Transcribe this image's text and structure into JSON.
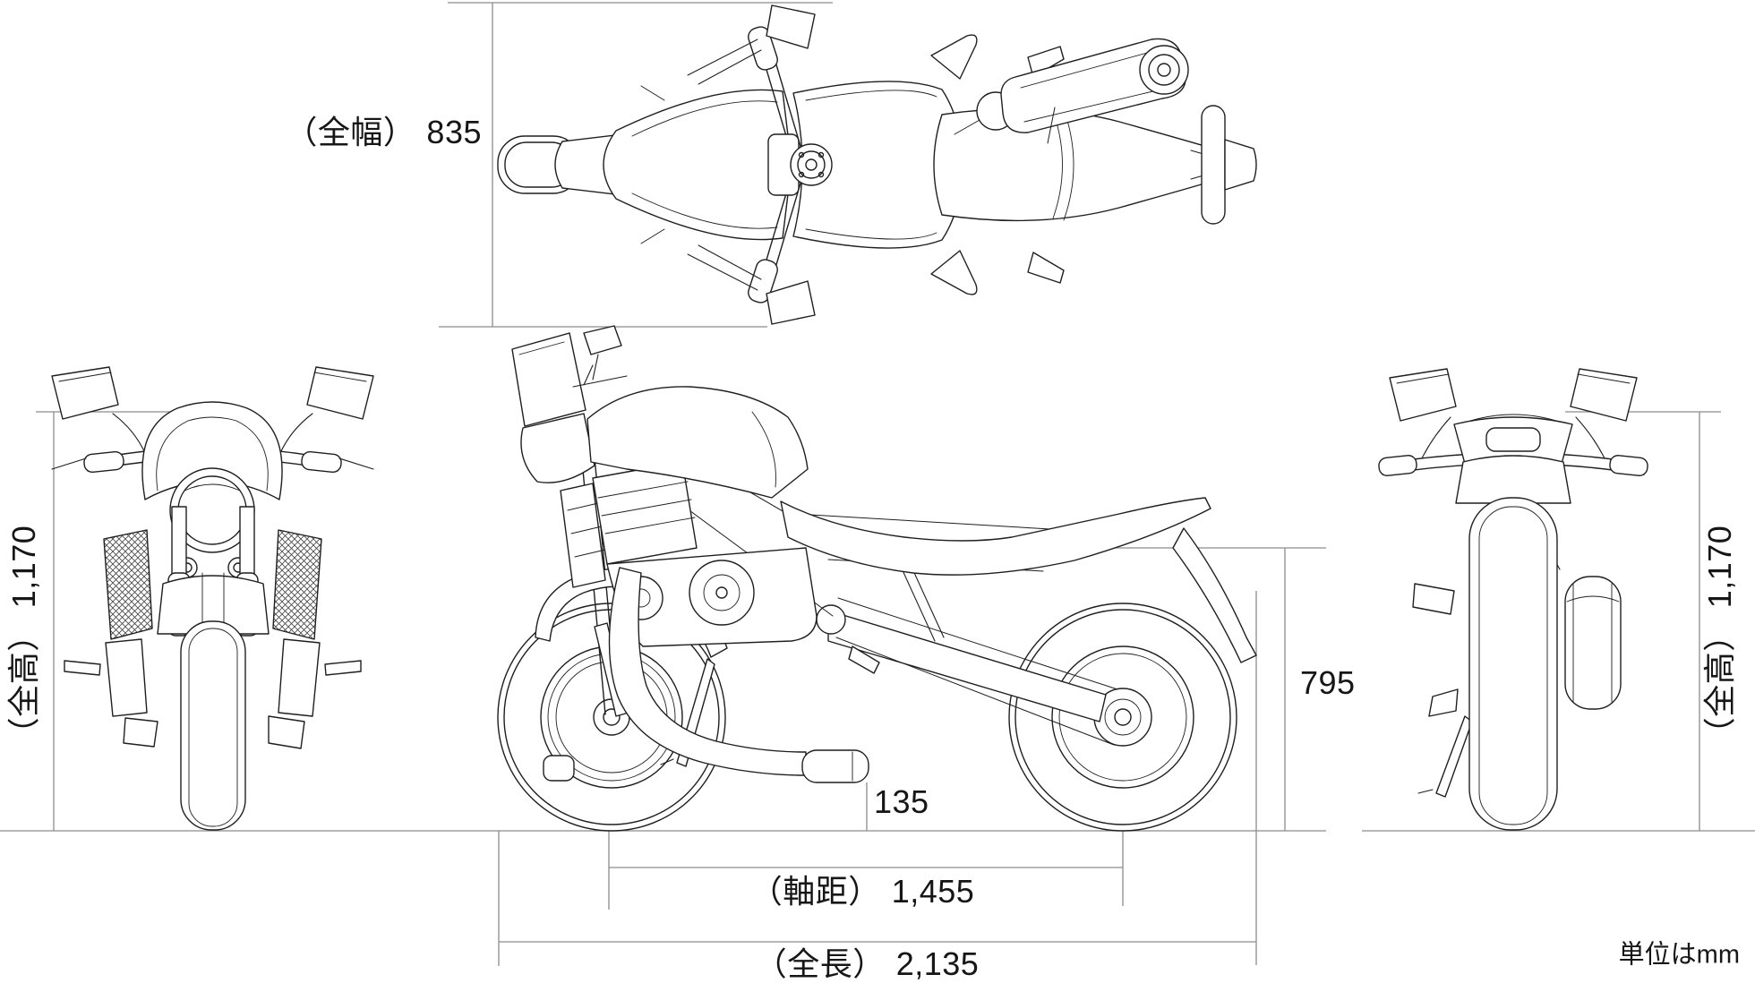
{
  "colors": {
    "ink": "#1f1f1f",
    "dimension_line": "#8c8c8c",
    "background": "#ffffff"
  },
  "dimensions": {
    "overall_width": {
      "label": "（全幅）",
      "value": "835"
    },
    "overall_height_left": {
      "label": "（全高）",
      "value": "1,170"
    },
    "overall_height_right": {
      "label": "（全高）",
      "value": "1,170"
    },
    "seat_height": {
      "value": "795"
    },
    "ground_clearance": {
      "value": "135"
    },
    "wheelbase": {
      "label": "（軸距）",
      "value": "1,455"
    },
    "overall_length": {
      "label": "（全長）",
      "value": "2,135"
    }
  },
  "notes": {
    "unit": "単位はmm"
  }
}
